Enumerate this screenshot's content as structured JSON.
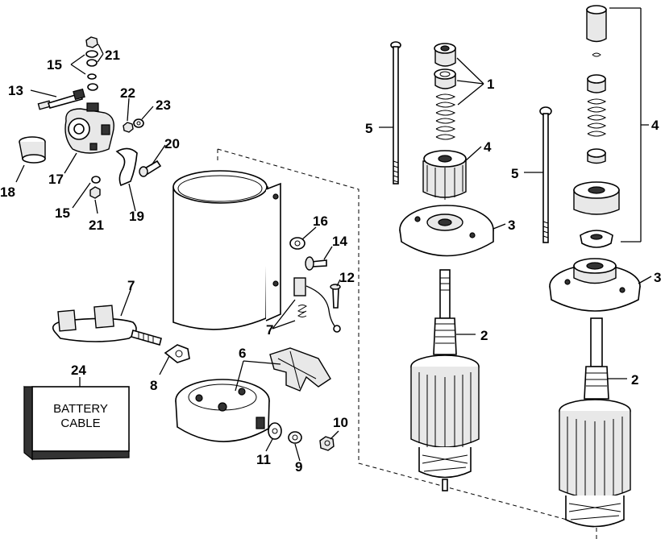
{
  "callouts": {
    "c1": "1",
    "c2a": "2",
    "c2b": "2",
    "c3a": "3",
    "c3b": "3",
    "c4a": "4",
    "c4b": "4",
    "c5a": "5",
    "c5b": "5",
    "c6": "6",
    "c7a": "7",
    "c7b": "7",
    "c8": "8",
    "c9": "9",
    "c10": "10",
    "c11": "11",
    "c12": "12",
    "c13": "13",
    "c14": "14",
    "c15a": "15",
    "c15b": "15",
    "c16": "16",
    "c17": "17",
    "c18": "18",
    "c19": "19",
    "c20": "20",
    "c21a": "21",
    "c21b": "21",
    "c22": "22",
    "c23": "23",
    "c24": "24"
  },
  "battery_box": {
    "line1": "BATTERY",
    "line2": "CABLE"
  }
}
